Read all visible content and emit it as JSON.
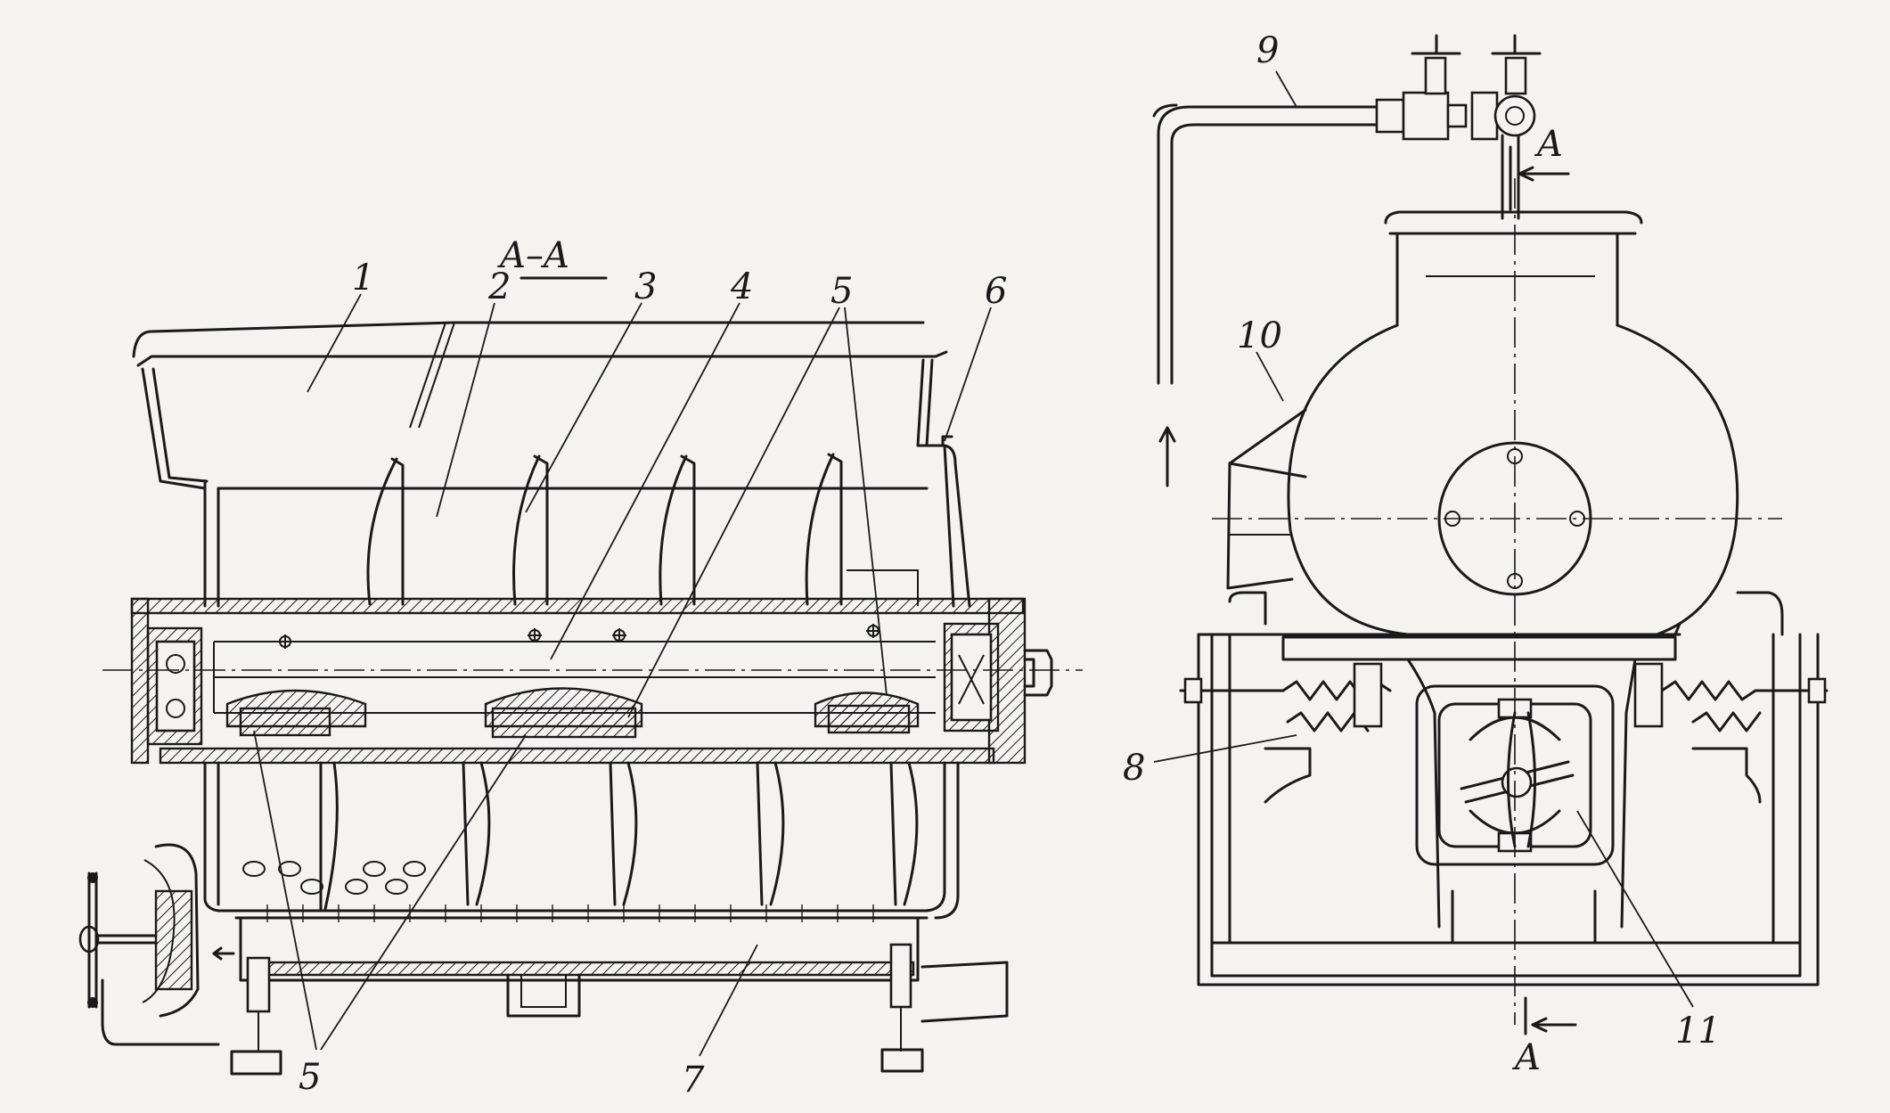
{
  "section": {
    "title": "A–A"
  },
  "callouts": {
    "n1": "1",
    "n2": "2",
    "n3": "3",
    "n4": "4",
    "n5_top": "5",
    "n5_bottom": "5",
    "n6": "6",
    "n7": "7",
    "n8": "8",
    "n9": "9",
    "n10": "10",
    "n11": "11"
  },
  "cut_marks": {
    "top": "A",
    "bottom": "A"
  }
}
